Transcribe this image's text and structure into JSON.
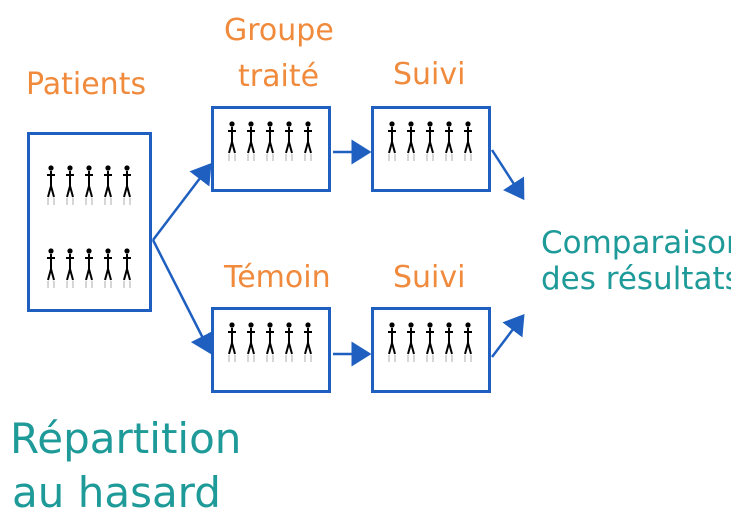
{
  "labels": {
    "patients": "Patients",
    "groupe_line1": "Groupe",
    "groupe_line2": "traité",
    "suivi_top": "Suivi",
    "temoin": "Témoin",
    "suivi_bottom": "Suivi",
    "comparaison_line1": "Comparaison",
    "comparaison_line2": "des résultats",
    "repartition_line1": "Répartition",
    "repartition_line2": "au hasard"
  },
  "colors": {
    "orange": "#f08a3c",
    "teal": "#1e9a99",
    "blue": "#1e5fc0"
  },
  "icons": {
    "person": "person-icon"
  }
}
